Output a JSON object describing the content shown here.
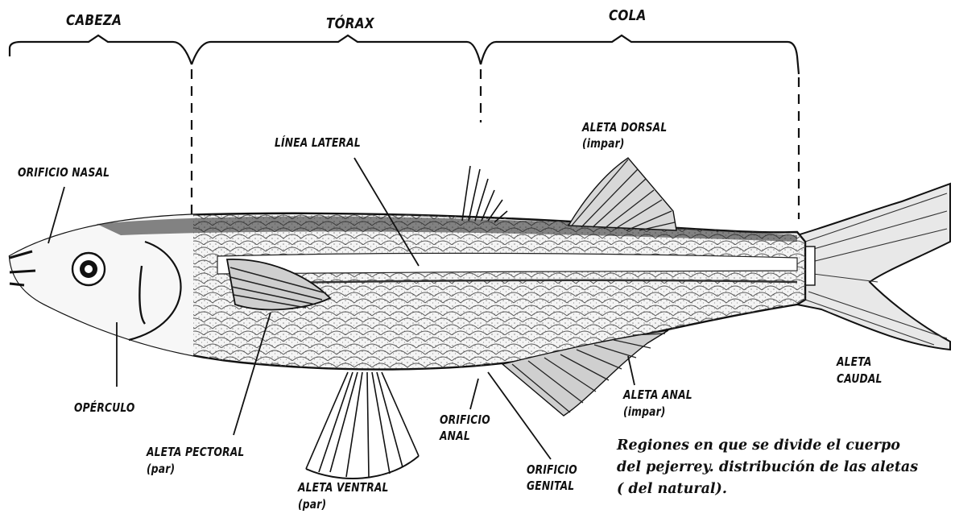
{
  "regions": {
    "head": "CABEZA",
    "thorax": "TÓRAX",
    "tail": "COLA"
  },
  "labels": {
    "nasal": "ORIFICIO NASAL",
    "lateral": "LÍNEA LATERAL",
    "dorsal": "ALETA DORSAL",
    "dorsal_sub": "(impar)",
    "opercle": "OPÉRCULO",
    "pectoral": "ALETA PECTORAL",
    "pectoral_sub": "(par)",
    "ventral": "ALETA VENTRAL",
    "ventral_sub": "(par)",
    "anal_orifice_1": "ORIFICIO",
    "anal_orifice_2": "ANAL",
    "genital_1": "ORIFICIO",
    "genital_2": "GENITAL",
    "anal_fin": "ALETA ANAL",
    "anal_fin_sub": "(impar)",
    "caudal_1": "ALETA",
    "caudal_2": "CAUDAL"
  },
  "caption": {
    "line1": "Regiones en que se divide el cuerpo",
    "line2": "del pejerrey. distribución de las aletas",
    "line3": "( del natural)."
  },
  "colors": {
    "ink": "#111111",
    "body_fill": "#f4f4f4",
    "paper": "#ffffff"
  }
}
